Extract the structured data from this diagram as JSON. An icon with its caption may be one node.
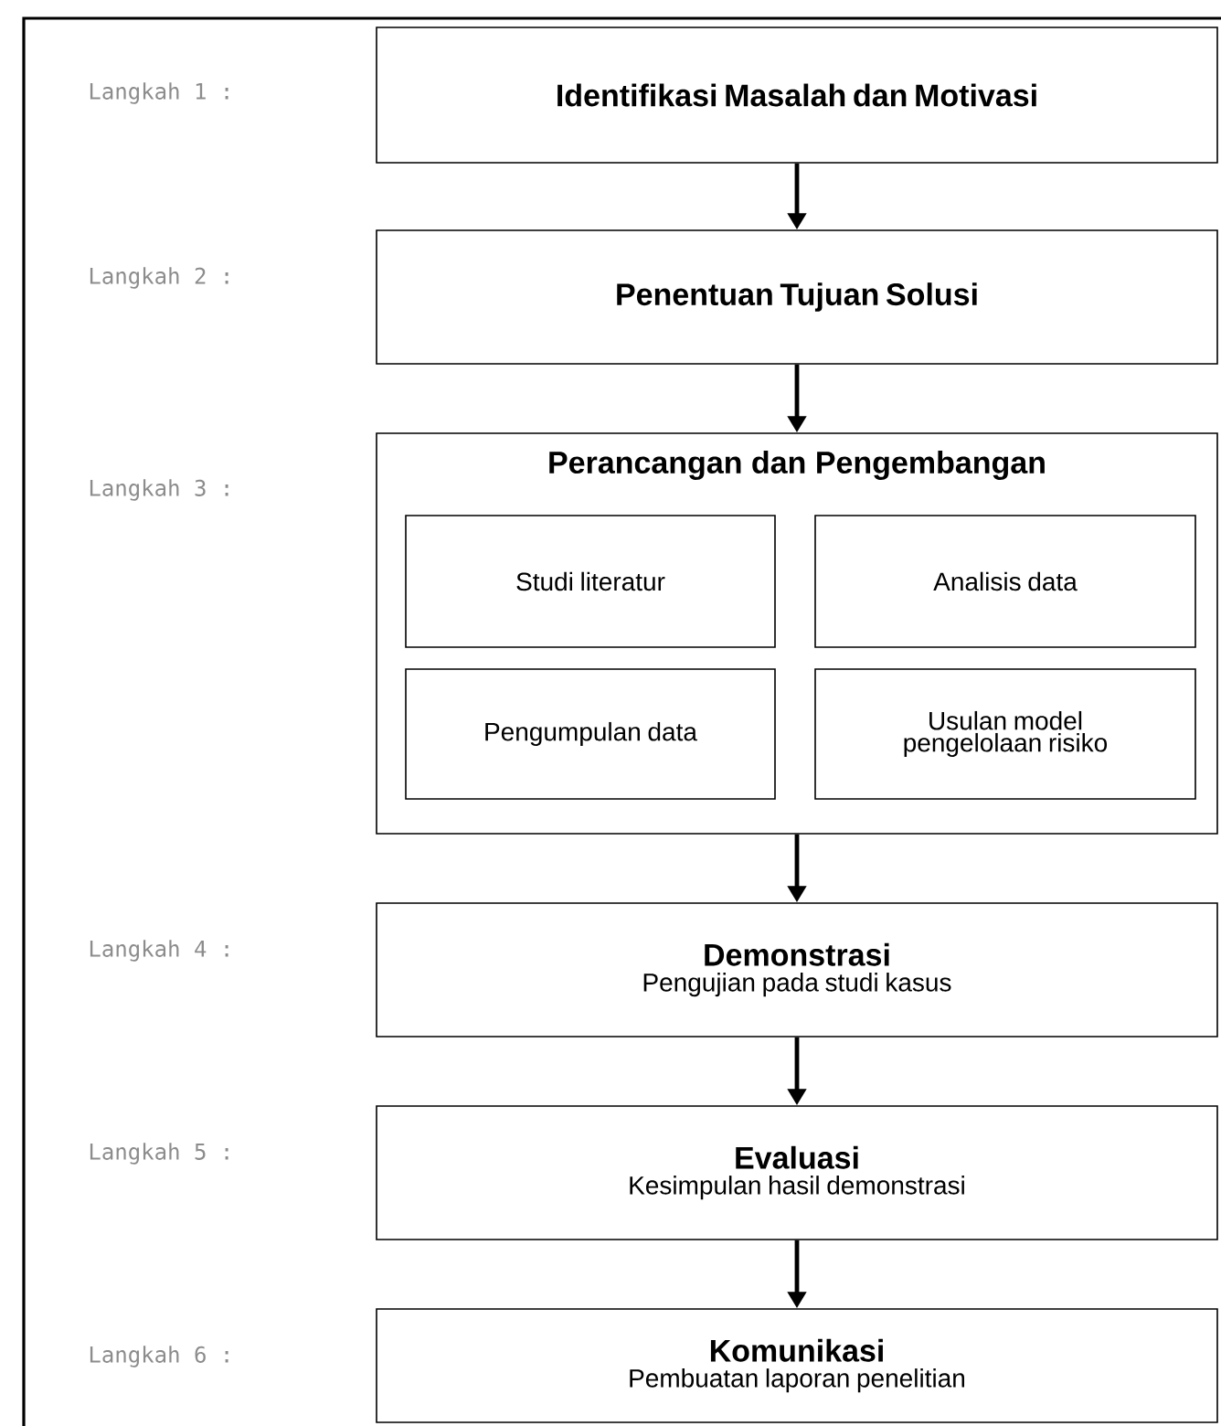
{
  "diagram": {
    "nodes": [
      {
        "text": [
          "Identifikasi Masalah dan Motivasi"
        ]
      },
      {
        "text": [
          "Penentuan Tujuan Solusi"
        ]
      },
      {
        "text": [
          "Perancangan dan Pengembangan"
        ]
      },
      {
        "text": [
          "Studi literatur"
        ],
        "in": 2
      },
      {
        "text": [
          "Analisis data"
        ],
        "in": 2
      },
      {
        "text": [
          "Pengumpulan data"
        ],
        "in": 2
      },
      {
        "text": [
          "Usulan model pengelolaan risiko"
        ],
        "in": 2
      },
      {
        "text": [
          "Demonstrasi",
          "Pengujian pada studi kasus"
        ]
      },
      {
        "text": [
          "Evaluasi",
          "Kesimpulan hasil demonstrasi"
        ]
      },
      {
        "text": [
          "Komunikasi",
          "Pembuatan laporan penelitian"
        ]
      }
    ],
    "edges": [
      {
        "from": 0,
        "to": 1,
        "arrow": "to"
      },
      {
        "from": 1,
        "to": 2,
        "arrow": "to"
      },
      {
        "from": 2,
        "to": 7,
        "arrow": "to"
      },
      {
        "from": 7,
        "to": 8,
        "arrow": "to"
      },
      {
        "from": 8,
        "to": 9,
        "arrow": "to"
      }
    ],
    "labels": [
      "Langkah 1 :",
      "Langkah 2 :",
      "Langkah 3 :",
      "Langkah 4 :",
      "Langkah 5 :",
      "Langkah 6 :"
    ]
  }
}
